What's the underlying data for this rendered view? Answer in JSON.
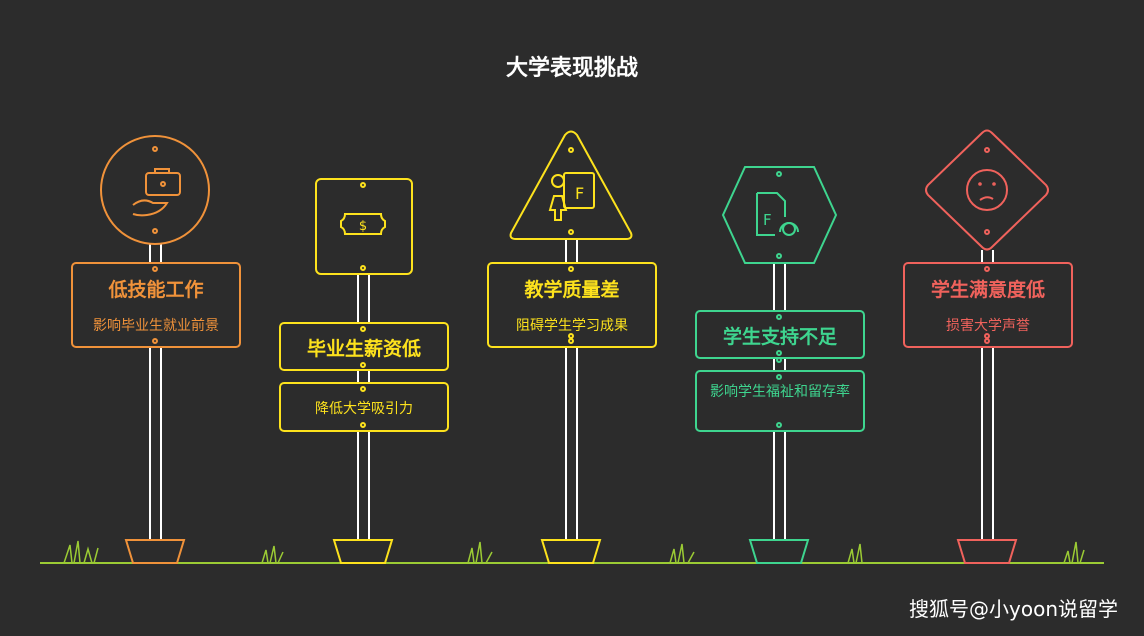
{
  "title": "大学表现挑战",
  "colors": {
    "orange": "#f0923a",
    "yellow": "#fde21d",
    "green": "#3ed58f",
    "red": "#f0625c",
    "ground": "#9bcb34",
    "background": "#2c2c2c"
  },
  "signs": [
    {
      "icon": "hand-briefcase-icon",
      "heading": "低技能工作",
      "sub": "影响毕业生就业前景"
    },
    {
      "icon": "dollar-bill-icon",
      "heading": "毕业生薪资低",
      "sub": "降低大学吸引力"
    },
    {
      "icon": "teacher-failing-grade-icon",
      "heading": "教学质量差",
      "sub": "阻碍学生学习成果"
    },
    {
      "icon": "document-support-headset-icon",
      "heading": "学生支持不足",
      "sub": "影响学生福祉和留存率"
    },
    {
      "icon": "sad-face-icon",
      "heading": "学生满意度低",
      "sub": "损害大学声誉"
    }
  ],
  "watermark": "搜狐号@小yoon说留学"
}
